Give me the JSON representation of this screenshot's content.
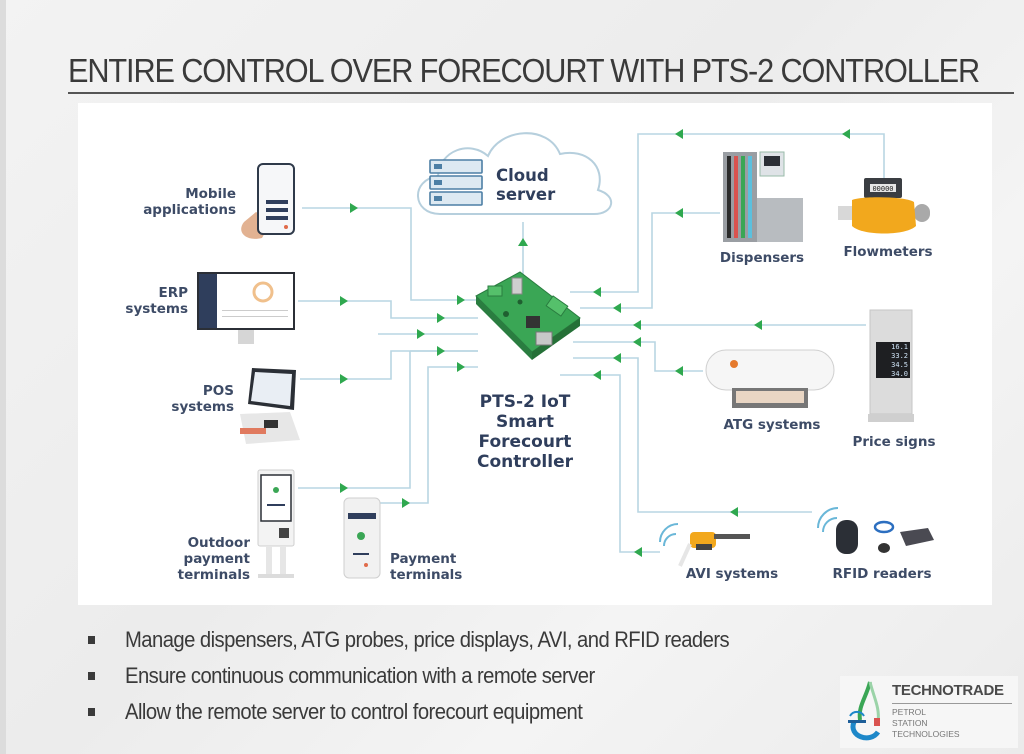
{
  "slide": {
    "title": "ENTIRE CONTROL OVER FORECOURT WITH PTS-2 CONTROLLER"
  },
  "diagram": {
    "center": {
      "name": "PTS-2 IoT Smart Forecourt Controller",
      "label_lines": [
        "PTS-2 IoT",
        "Smart",
        "Forecourt",
        "Controller"
      ]
    },
    "cloud": {
      "label_lines": [
        "Cloud",
        "server"
      ]
    },
    "left_nodes": [
      {
        "id": "mobile",
        "label_lines": [
          "Mobile",
          "applications"
        ]
      },
      {
        "id": "erp",
        "label_lines": [
          "ERP",
          "systems"
        ]
      },
      {
        "id": "pos",
        "label_lines": [
          "POS",
          "systems"
        ]
      },
      {
        "id": "outdoor",
        "label_lines": [
          "Outdoor",
          "payment",
          "terminals"
        ]
      },
      {
        "id": "payment",
        "label_lines": [
          "Payment",
          "terminals"
        ]
      }
    ],
    "right_nodes": [
      {
        "id": "dispensers",
        "label": "Dispensers"
      },
      {
        "id": "flowmeters",
        "label": "Flowmeters"
      },
      {
        "id": "atg",
        "label": "ATG systems"
      },
      {
        "id": "price",
        "label": "Price signs"
      },
      {
        "id": "avi",
        "label": "AVI systems"
      },
      {
        "id": "rfid",
        "label": "RFID readers"
      }
    ],
    "price_sign_values": [
      "16.1",
      "33.2",
      "34.5",
      "34.0"
    ],
    "flowmeter_reading": "00000",
    "colors": {
      "line": "#b9d6e3",
      "arrow": "#2fa84f",
      "label": "#3d4b66",
      "pcb": "#3aa655"
    }
  },
  "bullets": [
    "Manage dispensers, ATG probes, price displays, AVI, and RFID readers",
    "Ensure continuous communication with a remote server",
    "Allow the remote server to control forecourt equipment"
  ],
  "logo": {
    "name": "TECHNOTRADE",
    "tagline_lines": [
      "PETROL",
      "STATION",
      "TECHNOLOGIES"
    ]
  }
}
